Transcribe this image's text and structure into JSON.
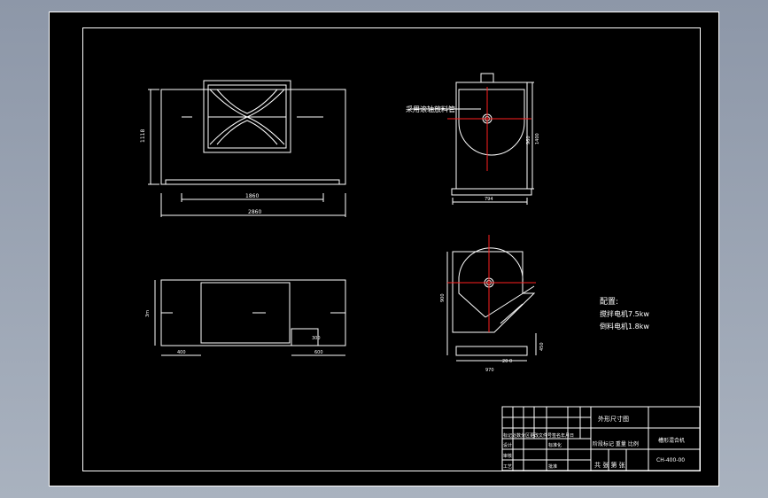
{
  "drawing": {
    "colors": {
      "background": "#000000",
      "line": "#ffffff",
      "centerline": "#ff2020",
      "viewport": "#9aa3b2"
    },
    "front_view": {
      "dim_height": "1118",
      "dim_inner_width": "1860",
      "dim_overall_width": "2860"
    },
    "side_view": {
      "callout": "采用滚轴放料管",
      "dim_height_a": "960",
      "dim_height_b": "1400",
      "dim_width": "794"
    },
    "plan_view": {
      "dim_left": "3m",
      "dim_left_width": "400",
      "dim_right_width": "600",
      "dim_box": "300"
    },
    "end_view": {
      "dim_height": "900",
      "dim_offset": "20 0",
      "dim_bottom": "970",
      "dim_side": "450"
    },
    "notes": {
      "title": "配置:",
      "line1": "搅拌电机7.5kw",
      "line2": "倒料电机1.8kw"
    },
    "title_block": {
      "view_name": "外形尺寸图",
      "row_header": "标记处数分区更改文件号签名年月日",
      "stage_mark": "阶段标记 重量 比例",
      "design": "设计",
      "standardize": "标准化",
      "review": "审核",
      "process": "工艺",
      "approve": "批准",
      "sheet_info": "共 张 第 张",
      "product_name": "槽形混合机",
      "drawing_no": "CH-400-00"
    }
  }
}
